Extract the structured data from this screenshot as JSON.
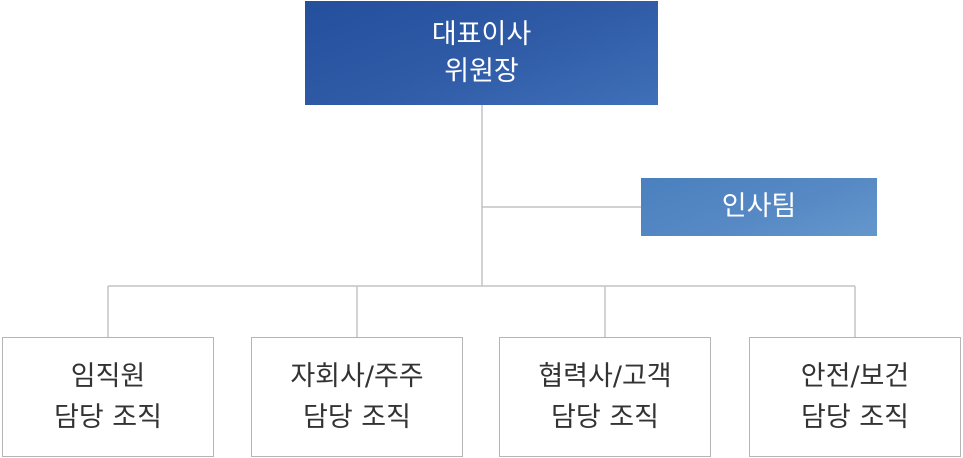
{
  "chart": {
    "top": {
      "line1": "대표이사",
      "line2": "위원장",
      "color": "#2f5aa6"
    },
    "staff": {
      "label": "인사팀",
      "color": "#5689c4"
    },
    "departments": [
      {
        "line1": "임직원",
        "line2": "담당 조직"
      },
      {
        "line1": "자회사/주주",
        "line2": "담당 조직"
      },
      {
        "line1": "협력사/고객",
        "line2": "담당 조직"
      },
      {
        "line1": "안전/보건",
        "line2": "담당 조직"
      }
    ],
    "line_color": "#c4c4c4",
    "box_border_color": "#b5b5b5"
  }
}
